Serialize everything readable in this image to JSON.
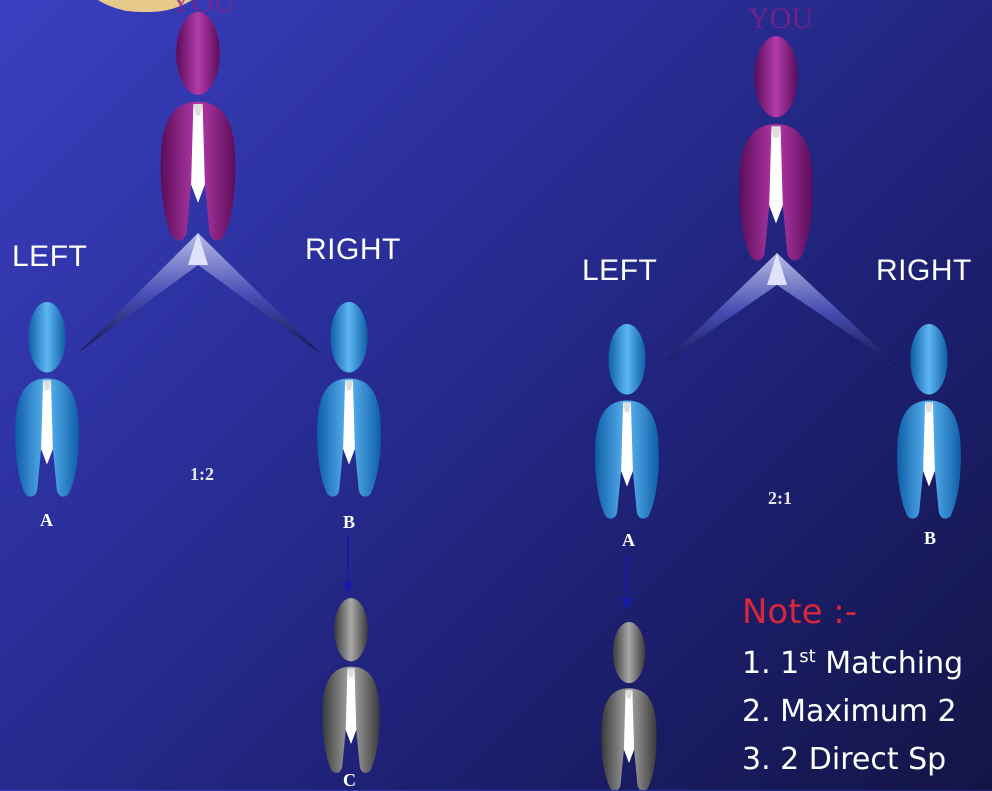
{
  "left_tree": {
    "top_label": "YOU",
    "left_label": "LEFT",
    "right_label": "RIGHT",
    "node_a": "A",
    "node_b": "B",
    "node_c": "C",
    "ratio": "1:2"
  },
  "right_tree": {
    "top_label": "YOU",
    "left_label": "LEFT",
    "right_label": "RIGHT",
    "node_a": "A",
    "node_b": "B",
    "ratio": "2:1"
  },
  "note": {
    "title": "Note :-",
    "line1_prefix": "1. 1",
    "line1_sup": "st",
    "line1_rest": " Matching",
    "line2": "2. Maximum 2",
    "line3": "3. 2 Direct Sp"
  },
  "colors": {
    "you_person": "#8c1a86",
    "member_person": "#2f8fdc",
    "new_person": "#8c8c8c",
    "note_title": "#d9263a"
  }
}
